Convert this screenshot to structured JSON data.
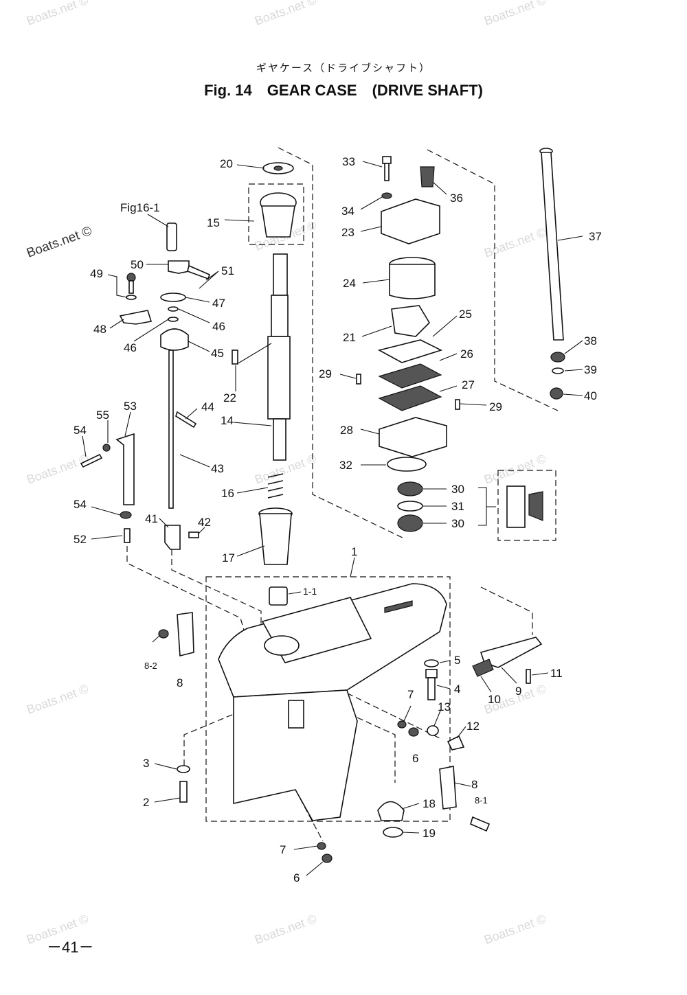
{
  "title_jp": "ギヤケース（ドライブシャフト）",
  "title": "Fig. 14　GEAR CASE　(DRIVE SHAFT)",
  "page_number": "－41－",
  "watermark": "Boats.net ©",
  "callouts": [
    {
      "id": "c20",
      "text": "20"
    },
    {
      "id": "c15",
      "text": "15"
    },
    {
      "id": "cfig",
      "text": "Fig16-1"
    },
    {
      "id": "c50",
      "text": "50"
    },
    {
      "id": "c51",
      "text": "51"
    },
    {
      "id": "c49",
      "text": "49"
    },
    {
      "id": "c47",
      "text": "47"
    },
    {
      "id": "c46a",
      "text": "46"
    },
    {
      "id": "c48",
      "text": "48"
    },
    {
      "id": "c46b",
      "text": "46"
    },
    {
      "id": "c45",
      "text": "45"
    },
    {
      "id": "c22",
      "text": "22"
    },
    {
      "id": "c14",
      "text": "14"
    },
    {
      "id": "c44",
      "text": "44"
    },
    {
      "id": "c55",
      "text": "55"
    },
    {
      "id": "c53",
      "text": "53"
    },
    {
      "id": "c54a",
      "text": "54"
    },
    {
      "id": "c43",
      "text": "43"
    },
    {
      "id": "c16",
      "text": "16"
    },
    {
      "id": "c54b",
      "text": "54"
    },
    {
      "id": "c41",
      "text": "41"
    },
    {
      "id": "c42",
      "text": "42"
    },
    {
      "id": "c52",
      "text": "52"
    },
    {
      "id": "c17",
      "text": "17"
    },
    {
      "id": "c1",
      "text": "1"
    },
    {
      "id": "c1-1",
      "text": "1-1"
    },
    {
      "id": "c33",
      "text": "33"
    },
    {
      "id": "c36",
      "text": "36"
    },
    {
      "id": "c34",
      "text": "34"
    },
    {
      "id": "c23",
      "text": "23"
    },
    {
      "id": "c24",
      "text": "24"
    },
    {
      "id": "c25",
      "text": "25"
    },
    {
      "id": "c21",
      "text": "21"
    },
    {
      "id": "c26",
      "text": "26"
    },
    {
      "id": "c29a",
      "text": "29"
    },
    {
      "id": "c27",
      "text": "27"
    },
    {
      "id": "c29b",
      "text": "29"
    },
    {
      "id": "c28",
      "text": "28"
    },
    {
      "id": "c32",
      "text": "32"
    },
    {
      "id": "c30a",
      "text": "30"
    },
    {
      "id": "c31",
      "text": "31"
    },
    {
      "id": "c30b",
      "text": "30"
    },
    {
      "id": "c37",
      "text": "37"
    },
    {
      "id": "c38",
      "text": "38"
    },
    {
      "id": "c39",
      "text": "39"
    },
    {
      "id": "c40",
      "text": "40"
    },
    {
      "id": "c8-2",
      "text": "8-2"
    },
    {
      "id": "c8a",
      "text": "8"
    },
    {
      "id": "c5",
      "text": "5"
    },
    {
      "id": "c4",
      "text": "4"
    },
    {
      "id": "c11",
      "text": "11"
    },
    {
      "id": "c9",
      "text": "9"
    },
    {
      "id": "c10",
      "text": "10"
    },
    {
      "id": "c7a",
      "text": "7"
    },
    {
      "id": "c13",
      "text": "13"
    },
    {
      "id": "c12",
      "text": "12"
    },
    {
      "id": "c6a",
      "text": "6"
    },
    {
      "id": "c3",
      "text": "3"
    },
    {
      "id": "c2",
      "text": "2"
    },
    {
      "id": "c8b",
      "text": "8"
    },
    {
      "id": "c8-1",
      "text": "8-1"
    },
    {
      "id": "c18",
      "text": "18"
    },
    {
      "id": "c19",
      "text": "19"
    },
    {
      "id": "c7b",
      "text": "7"
    },
    {
      "id": "c6b",
      "text": "6"
    }
  ]
}
